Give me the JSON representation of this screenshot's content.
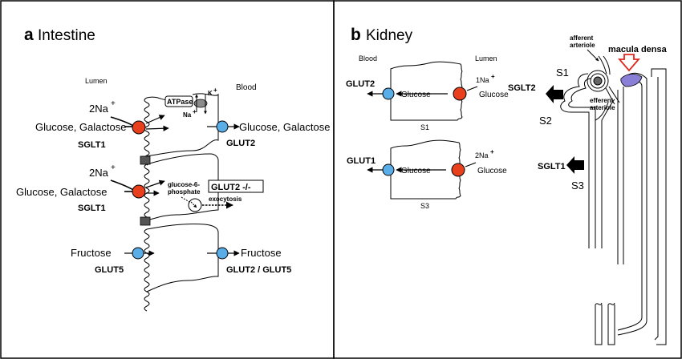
{
  "panel_a": {
    "letter": "a",
    "title": "Intestine",
    "lumen": "Lumen",
    "blood": "Blood",
    "two_na_1": "2Na",
    "two_na_2": "2Na",
    "plus": "+",
    "glucose_galactose_l1": "Glucose, Galactose",
    "glucose_galactose_l2": "Glucose, Galactose",
    "glucose_galactose_r1": "Glucose, Galactose",
    "sglt1_1": "SGLT1",
    "sglt1_2": "SGLT1",
    "glut2": "GLUT2",
    "atpase": "ATPase",
    "k": "K",
    "na": "Na",
    "glucose6p_1": "glucose-6-",
    "glucose6p_2": "phosphate",
    "exocytosis": "exocytosis",
    "glut2_ko": "GLUT2 -/-",
    "fructose_l": "Fructose",
    "fructose_r": "Fructose",
    "glut5": "GLUT5",
    "glut2_glut5": "GLUT2 / GLUT5"
  },
  "panel_b": {
    "letter": "b",
    "title": "Kidney",
    "blood": "Blood",
    "lumen": "Lumen",
    "glut2": "GLUT2",
    "glucose_1": "Glucose",
    "glucose_2": "Glucose",
    "one_na": "1Na",
    "s1_label": "S1",
    "glut1": "GLUT1",
    "glucose_3": "Glucose",
    "glucose_4": "Glucose",
    "two_na": "2Na",
    "s3_label": "S3",
    "afferent_1": "afferent",
    "afferent_2": "arteriole",
    "efferent_1": "efferent",
    "efferent_2": "arteriole",
    "macula_densa": "macula densa",
    "s1_seg": "S1",
    "s2_seg": "S2",
    "s3_seg": "S3",
    "sglt2": "SGLT2",
    "sglt1": "SGLT1"
  },
  "colors": {
    "sglt": "#e8401c",
    "glut": "#5aaee8",
    "pump": "#8c8c8c",
    "junction": "#555555",
    "macula": "#8a7fd6",
    "open_arrow": "#e0271f"
  }
}
